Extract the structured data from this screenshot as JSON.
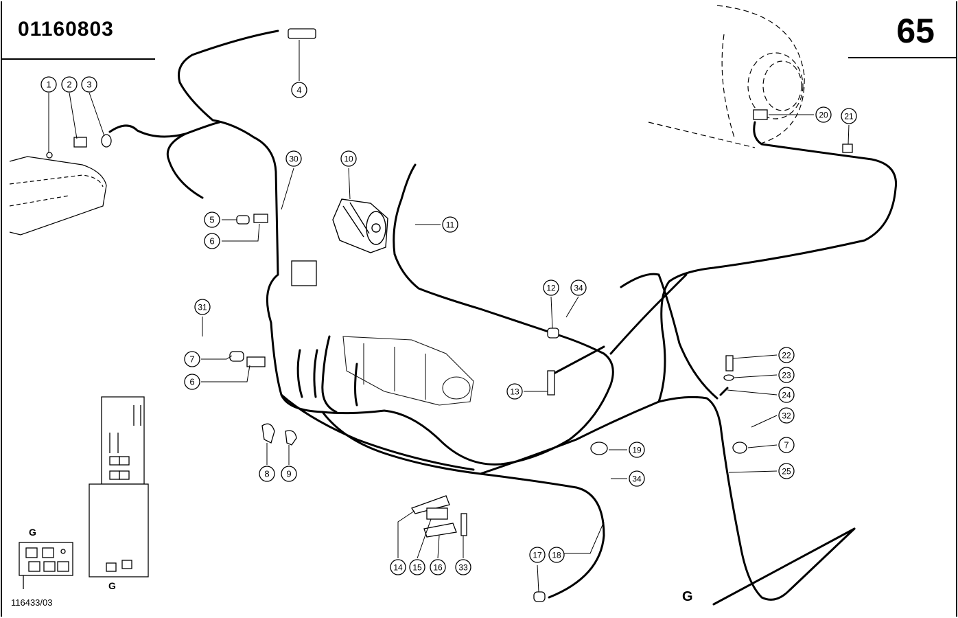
{
  "header": {
    "doc_number": "01160803",
    "page_number": "65"
  },
  "footer": {
    "reference": "116433/03"
  },
  "detail_labels": {
    "g_small": "G",
    "g_box": "G",
    "g_main": "G"
  },
  "callouts": [
    {
      "id": "c1",
      "label": "1"
    },
    {
      "id": "c2",
      "label": "2"
    },
    {
      "id": "c3",
      "label": "3"
    },
    {
      "id": "c4",
      "label": "4"
    },
    {
      "id": "c5",
      "label": "5"
    },
    {
      "id": "c6a",
      "label": "6"
    },
    {
      "id": "c6b",
      "label": "6"
    },
    {
      "id": "c7a",
      "label": "7"
    },
    {
      "id": "c7b",
      "label": "7"
    },
    {
      "id": "c8",
      "label": "8"
    },
    {
      "id": "c9",
      "label": "9"
    },
    {
      "id": "c10",
      "label": "10"
    },
    {
      "id": "c11",
      "label": "11"
    },
    {
      "id": "c12",
      "label": "12"
    },
    {
      "id": "c13",
      "label": "13"
    },
    {
      "id": "c14",
      "label": "14"
    },
    {
      "id": "c15",
      "label": "15"
    },
    {
      "id": "c16",
      "label": "16"
    },
    {
      "id": "c17",
      "label": "17"
    },
    {
      "id": "c18",
      "label": "18"
    },
    {
      "id": "c19",
      "label": "19"
    },
    {
      "id": "c20",
      "label": "20"
    },
    {
      "id": "c21",
      "label": "21"
    },
    {
      "id": "c22",
      "label": "22"
    },
    {
      "id": "c23",
      "label": "23"
    },
    {
      "id": "c24",
      "label": "24"
    },
    {
      "id": "c25",
      "label": "25"
    },
    {
      "id": "c30",
      "label": "30"
    },
    {
      "id": "c31",
      "label": "31"
    },
    {
      "id": "c32",
      "label": "32"
    },
    {
      "id": "c33",
      "label": "33"
    },
    {
      "id": "c34a",
      "label": "34"
    },
    {
      "id": "c34b",
      "label": "34"
    }
  ]
}
